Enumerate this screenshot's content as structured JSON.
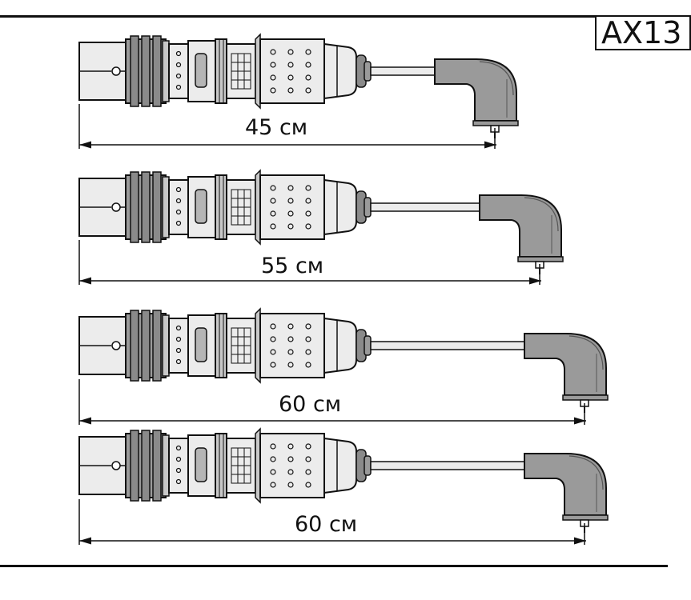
{
  "code_label": "AX13",
  "wires": [
    {
      "length_label": "45 см"
    },
    {
      "length_label": "55 см"
    },
    {
      "length_label": "60 см"
    },
    {
      "length_label": "60 см"
    }
  ],
  "colors": {
    "outline": "#111111",
    "light": "#ececec",
    "mid": "#c8c8c8",
    "dark": "#8a8a8a",
    "boot": "#9a9a9a"
  }
}
